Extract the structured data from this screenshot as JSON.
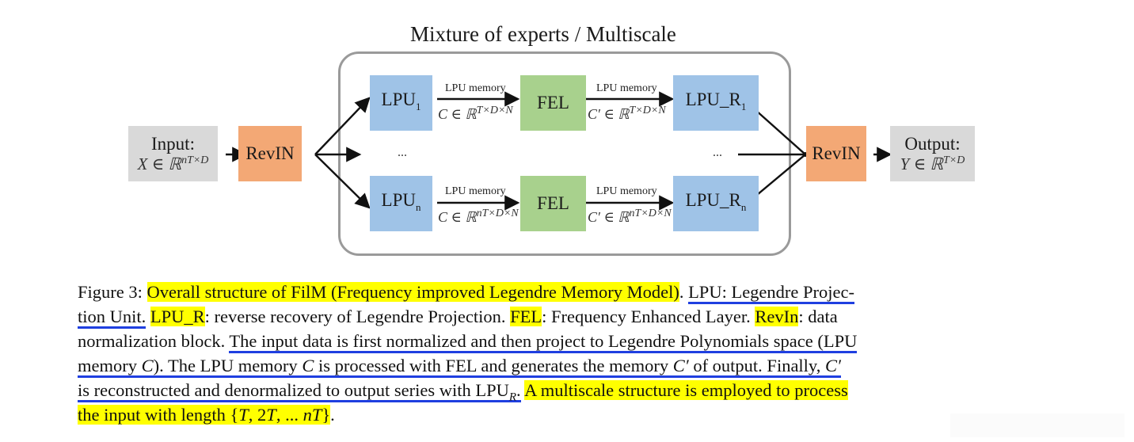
{
  "diagram": {
    "title": "Mixture of experts / Multiscale",
    "input": {
      "label": "Input:",
      "math_base": "X ∈ ℝ",
      "math_sup": "nT×D"
    },
    "revin_in": {
      "label": "RevIN"
    },
    "revin_out": {
      "label": "RevIN"
    },
    "output": {
      "label": "Output:",
      "math_base": "Y ∈ ℝ",
      "math_sup": "T×D"
    },
    "branches": [
      {
        "lpu": {
          "base": "LPU",
          "sub": "1"
        },
        "edge1": {
          "label": "LPU memory",
          "math_base": "C ∈ ℝ",
          "math_sup": "T×D×N"
        },
        "fel": {
          "label": "FEL"
        },
        "edge2": {
          "label": "LPU memory",
          "math_base": "C′ ∈ ℝ",
          "math_sup": "T×D×N"
        },
        "lpu_r": {
          "base": "LPU_R",
          "sub": "1"
        }
      },
      {
        "lpu": {
          "base": "LPU",
          "sub": "n"
        },
        "edge1": {
          "label": "LPU memory",
          "math_base": "C ∈ ℝ",
          "math_sup": "nT×D×N"
        },
        "fel": {
          "label": "FEL"
        },
        "edge2": {
          "label": "LPU memory",
          "math_base": "C′ ∈ ℝ",
          "math_sup": "nT×D×N"
        },
        "lpu_r": {
          "base": "LPU_R",
          "sub": "n"
        }
      }
    ],
    "ellipsis_left": "...",
    "ellipsis_right": "..."
  },
  "colors": {
    "input_output": "#d9d9d9",
    "revin": "#f3a875",
    "lpu": "#9fc3e7",
    "fel": "#a8d18d",
    "highlight": "#ffff00",
    "underline": "#1f3fe0"
  },
  "caption": {
    "l1": {
      "prefix": "Figure 3: ",
      "hl1": "Overall structure of FilM (Frequency improved Legendre Memory Model)",
      "mid": ". ",
      "ul1": "LPU: Legendre Projec-"
    },
    "l2": {
      "ul1": "tion Unit.",
      "sp": " ",
      "hl1": "LPU_R",
      "t1": ": reverse recovery of Legendre Projection. ",
      "hl2": "FEL",
      "t2": ": Frequency Enhanced Layer. ",
      "hl3": "RevIn",
      "t3": ": data"
    },
    "l3": {
      "t1": "normalization block. ",
      "ul1": "The input data is first normalized and then project to Legendre Polynomials space (LPU"
    },
    "l4": {
      "ul1a": "memory ",
      "ul1b": "C",
      "ul1c": "). The LPU memory ",
      "ul1d": "C",
      "ul1e": " is processed with FEL and generates the memory ",
      "ul1f": "C′",
      "ul1g": " of output. Finally, ",
      "ul1h": "C′"
    },
    "l5": {
      "ul1a": "is reconstructed and denormalized to output series with LPU",
      "ul1sub": "R",
      "ul1b": ".",
      "sp": " ",
      "hl1": "A multiscale structure is employed to process"
    },
    "l6": {
      "hl1a": "the input with length {",
      "hl1b": "T",
      "hl1c": ", 2",
      "hl1d": "T",
      "hl1e": ", ... ",
      "hl1f": "nT",
      "hl1g": "}",
      "t1": "."
    }
  }
}
